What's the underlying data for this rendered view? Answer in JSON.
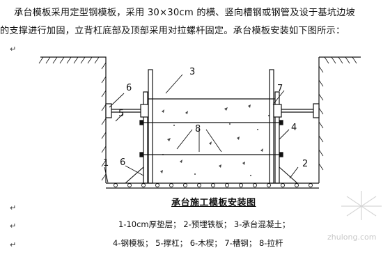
{
  "paragraph": {
    "line1": "承台模板采用定型钢模板，采用 30×30cm 的横、竖向槽钢或钢管及设于基坑边坡",
    "line2": "的支撑进行加固，立背杠底部及顶部采用对拉螺杆固定。承台模板安装如下图所示："
  },
  "figure": {
    "title": "承台施工模板安装图",
    "labels": {
      "n1": "1",
      "n2": "2",
      "n3": "3",
      "n4": "4",
      "n5": "5",
      "n6a": "6",
      "n6b": "6",
      "n7": "7",
      "n8": "8"
    },
    "legend_line1": "1-10cm厚垫层；  2-预埋铁板；  3-承台混凝土；",
    "legend_line2": "4-钢模板；  5-撑杠；  6-木楔；  7-槽钢；  8-拉杆"
  },
  "watermark": {
    "site": "zhulong.com"
  }
}
